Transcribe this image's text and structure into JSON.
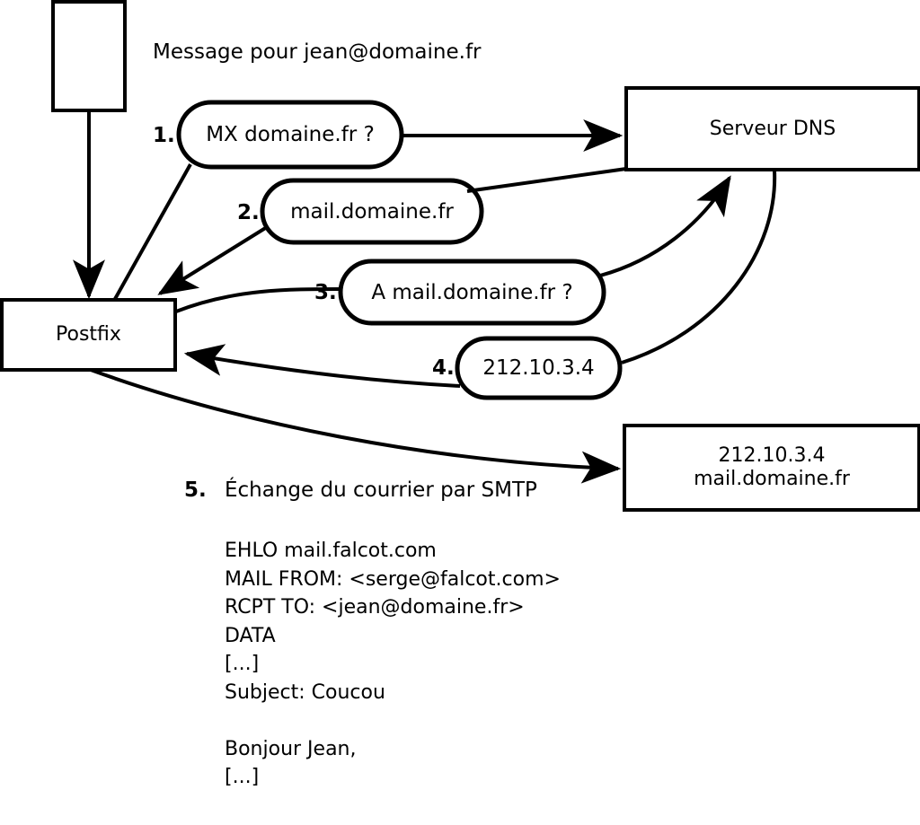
{
  "diagram": {
    "header": "Message pour jean@domaine.fr",
    "nodes": {
      "mail_client": {
        "label": ""
      },
      "postfix": {
        "label": "Postfix"
      },
      "dns_server": {
        "label": "Serveur DNS"
      },
      "mail_server": {
        "line1": "212.10.3.4",
        "line2": "mail.domaine.fr"
      }
    },
    "steps": [
      {
        "num": "1.",
        "text": "MX domaine.fr ?"
      },
      {
        "num": "2.",
        "text": "mail.domaine.fr"
      },
      {
        "num": "3.",
        "text": "A mail.domaine.fr ?"
      },
      {
        "num": "4.",
        "text": "212.10.3.4"
      }
    ],
    "step5": {
      "num": "5.",
      "text": "Échange du courrier par SMTP"
    },
    "smtp_transcript": [
      "EHLO mail.falcot.com",
      "MAIL FROM: <serge@falcot.com>",
      "RCPT TO: <jean@domaine.fr>",
      "DATA",
      "[...]",
      "Subject: Coucou",
      "",
      "Bonjour Jean,",
      "[...]",
      "",
      "."
    ],
    "colors": {
      "stroke": "#000000",
      "fill": "#ffffff",
      "text": "#000000"
    }
  }
}
